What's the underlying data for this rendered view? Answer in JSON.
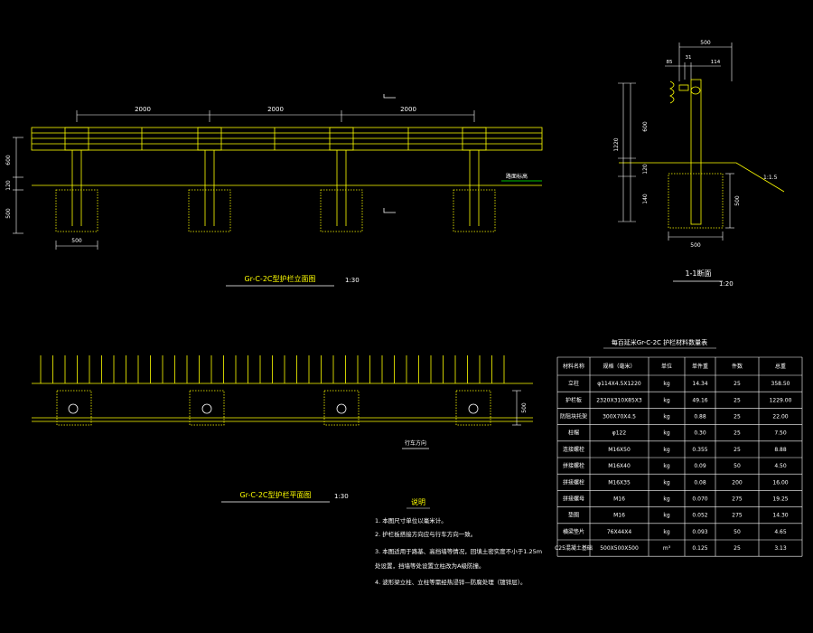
{
  "colors": {
    "background": "#000000",
    "primary": "#ffff00",
    "dimension": "#ffffff",
    "leader": "#00ff00"
  },
  "elevation": {
    "title": "Gr-C-2C型护栏立面图",
    "scale": "1:30",
    "spans": [
      "2000",
      "2000",
      "2000"
    ],
    "heights": [
      "600",
      "120",
      "500"
    ],
    "foundation_width": "500",
    "ground_label": "路面标高"
  },
  "section": {
    "title": "1-1断面",
    "scale": "1:20",
    "top_dims": [
      "500",
      "85",
      "31",
      "114"
    ],
    "left_dims": [
      "1220",
      "600",
      "120",
      "140"
    ],
    "right_dim": "500",
    "bottom_dim": "500",
    "slope": "1:1.5"
  },
  "plan": {
    "title": "Gr-C-2C型护栏平面图",
    "scale": "1:30",
    "right_dim": "500",
    "direction_label": "行车方向"
  },
  "notes": {
    "heading": "说明",
    "items": [
      "1. 本图尺寸单位以毫米计。",
      "2. 护栏板搭接方向应与行车方向一致。",
      "3. 本图适用于路基、高挡墙等情况，回填土密实度不小于1.25m",
      "   处设置，挡墙等处设置立柱改为A级防撞。",
      "4. 波形梁立柱、立柱等需经热浸锌—防腐处理（镀锌层）。"
    ]
  },
  "table": {
    "title": "每百延米Gr-C-2C 护栏材料数量表",
    "headers": [
      "材料名称",
      "规格（毫米）",
      "单位",
      "单件重",
      "件数",
      "总重"
    ],
    "rows": [
      [
        "立柱",
        "φ114X4.5X1220",
        "kg",
        "14.34",
        "25",
        "358.50"
      ],
      [
        "护栏板",
        "2320X310X85X3",
        "kg",
        "49.16",
        "25",
        "1229.00"
      ],
      [
        "防阻块托架",
        "300X70X4.5",
        "kg",
        "0.88",
        "25",
        "22.00"
      ],
      [
        "柱帽",
        "φ122",
        "kg",
        "0.30",
        "25",
        "7.50"
      ],
      [
        "连接螺栓",
        "M16X50",
        "kg",
        "0.355",
        "25",
        "8.88"
      ],
      [
        "拼接螺栓",
        "M16X40",
        "kg",
        "0.09",
        "50",
        "4.50"
      ],
      [
        "拼接螺栓",
        "M16X35",
        "kg",
        "0.08",
        "200",
        "16.00"
      ],
      [
        "拼接螺母",
        "M16",
        "kg",
        "0.070",
        "275",
        "19.25"
      ],
      [
        "垫圈",
        "M16",
        "kg",
        "0.052",
        "275",
        "14.30"
      ],
      [
        "横梁垫片",
        "76X44X4",
        "kg",
        "0.093",
        "50",
        "4.65"
      ],
      [
        "C25混凝土基础",
        "500X500X500",
        "m³",
        "0.125",
        "25",
        "3.13"
      ]
    ]
  }
}
